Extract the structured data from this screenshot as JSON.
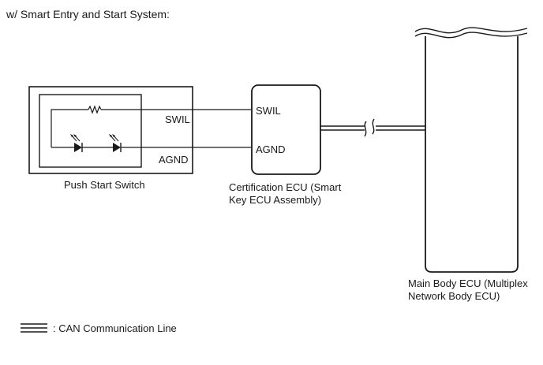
{
  "title": "w/ Smart Entry and Start System:",
  "components": {
    "push_start_switch": {
      "name": "Push Start Switch",
      "pins": {
        "swil": "SWIL",
        "agnd": "AGND"
      }
    },
    "certification_ecu": {
      "name_line1": "Certification ECU (Smart",
      "name_line2": "Key ECU Assembly)",
      "pins": {
        "swil": "SWIL",
        "agnd": "AGND"
      }
    },
    "main_body_ecu": {
      "name_line1": "Main Body ECU (Multiplex",
      "name_line2": "Network Body ECU)"
    }
  },
  "legend": {
    "can_line_label": ": CAN Communication Line"
  }
}
